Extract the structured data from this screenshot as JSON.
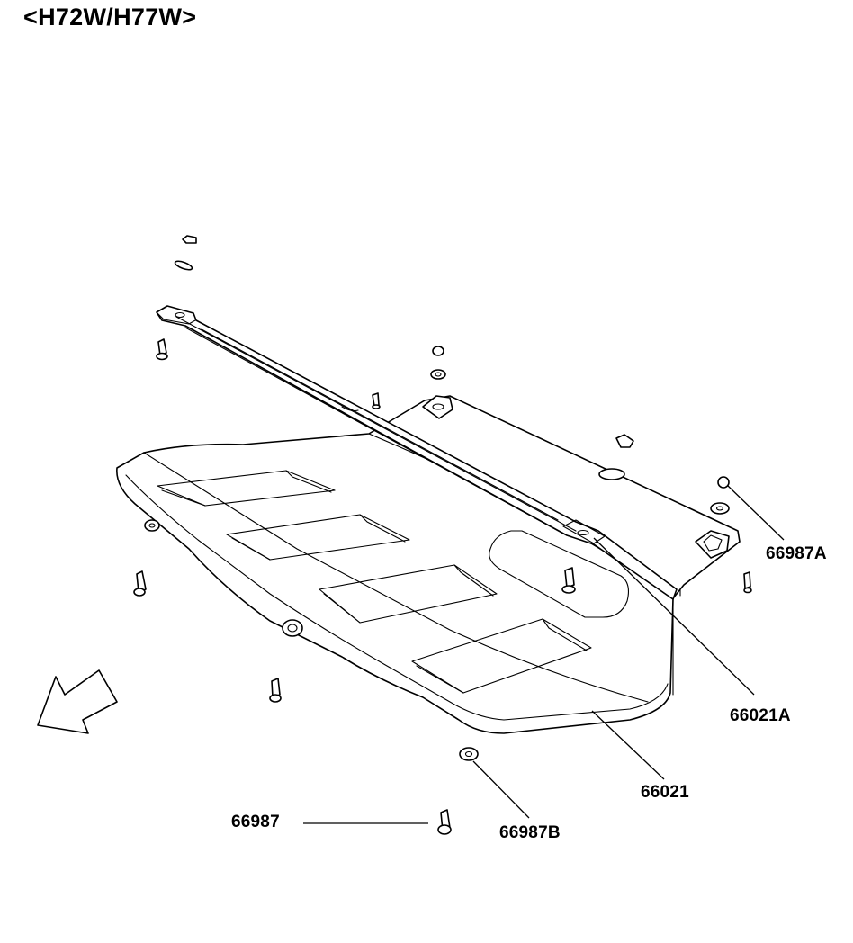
{
  "header": {
    "title": "<H72W/H77W>"
  },
  "callouts": {
    "p66987A": "66987A",
    "p66021A": "66021A",
    "p66021": "66021",
    "p66987": "66987",
    "p66987B": "66987B"
  },
  "icons": {
    "direction_arrow": "front-direction-arrow-icon"
  }
}
